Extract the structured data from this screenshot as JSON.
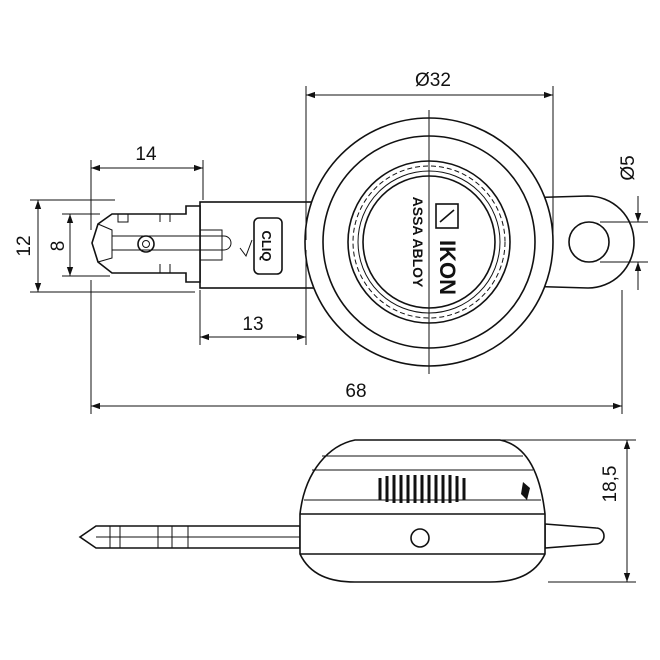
{
  "dimensions": {
    "diameter_head": "Ø32",
    "blade_tip": "14",
    "diameter_hole": "Ø5",
    "height_outer": "12",
    "height_inner": "8",
    "blade_length": "13",
    "overall_length": "68",
    "side_height": "18,5"
  },
  "branding": {
    "brand_logo": "IKON",
    "brand_group": "ASSA ABLOY",
    "blade_logo": "CLIQ"
  },
  "colors": {
    "line": "#111111",
    "background": "#ffffff"
  }
}
